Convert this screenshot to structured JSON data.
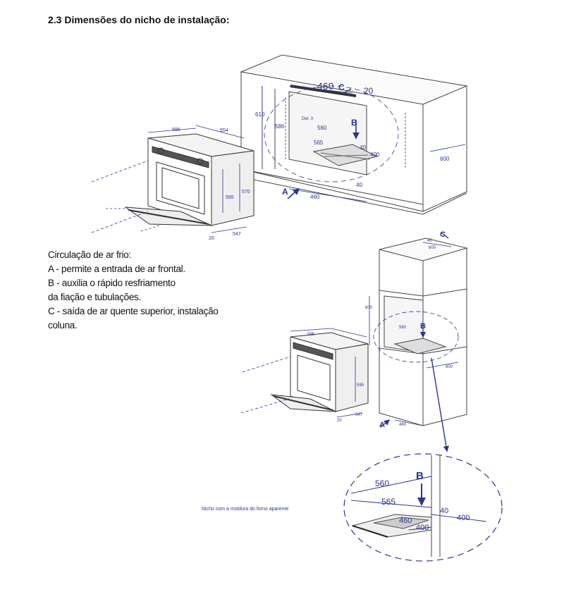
{
  "heading": "2.3 Dimensões do nicho de instalação:",
  "notes": {
    "title": "Circulação de ar frio:",
    "lines": [
      "A - permite a entrada de ar frontal.",
      "B - auxilia o rápido resfriamento",
      "da fiação e tubulações.",
      "C - saída de ar quente superior, instalação",
      "coluna."
    ]
  },
  "colors": {
    "drawing_blue": "#2a3590",
    "line_gray": "#444444"
  },
  "top_diagram": {
    "oven_dims": [
      "595",
      "554",
      "595",
      "570",
      "20",
      "547"
    ],
    "cabinet_dims": [
      "460",
      "20",
      "610",
      "586",
      "560",
      "565",
      "40",
      "400",
      "460",
      "40",
      "600"
    ],
    "detail_label": "Det. X",
    "markers": [
      "A",
      "B",
      "C"
    ]
  },
  "bottom_diagram": {
    "oven_dims": [
      "595",
      "595",
      "20",
      "547"
    ],
    "column_dims": [
      "40",
      "600",
      "600",
      "560",
      "600",
      "460"
    ],
    "markers": [
      "A",
      "B",
      "C"
    ]
  },
  "detail": {
    "caption": "Nicho com a moldura do forno aparente",
    "marker": "B",
    "dims": [
      "560",
      "565",
      "40",
      "400",
      "460",
      "400"
    ]
  }
}
